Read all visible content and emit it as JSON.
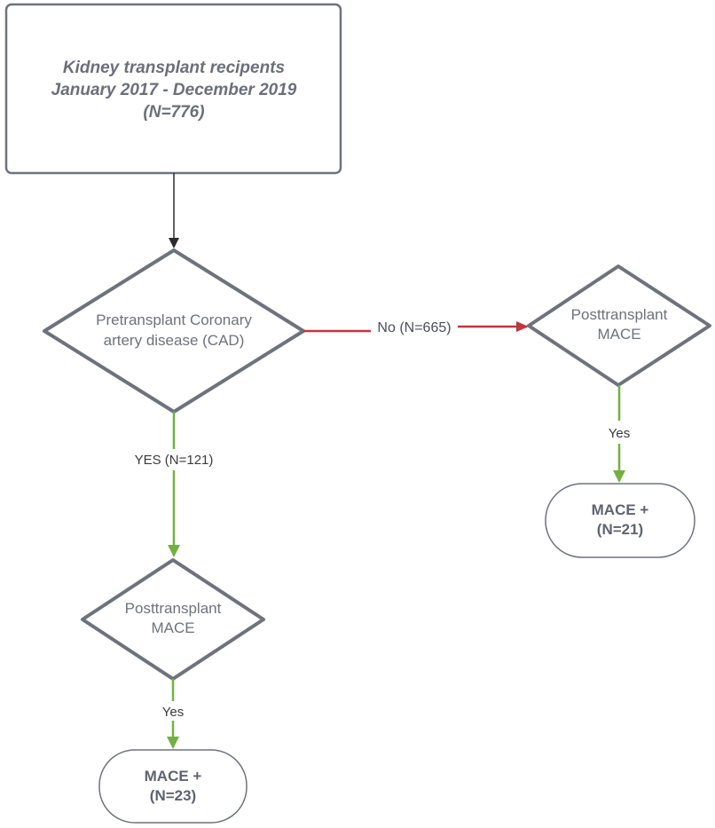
{
  "start": {
    "line1": "Kidney transplant recipents",
    "line2": "January 2017 - December 2019",
    "line3": "(N=776)"
  },
  "decision_cad": {
    "line1": "Pretransplant Coronary",
    "line2": "artery disease (CAD)"
  },
  "edge_no": {
    "label": "No (N=665)",
    "color": "#c3343f"
  },
  "edge_yes": {
    "label": "YES (N=121)",
    "color": "#72b043"
  },
  "decision_mace_right": {
    "line1": "Posttransplant",
    "line2": "MACE"
  },
  "decision_mace_left": {
    "line1": "Posttransplant",
    "line2": "MACE"
  },
  "edge_yes_right": {
    "label": "Yes"
  },
  "edge_yes_left": {
    "label": "Yes"
  },
  "terminal_right": {
    "line1": "MACE +",
    "line2": "(N=21)"
  },
  "terminal_left": {
    "line1": "MACE +",
    "line2": "(N=23)"
  }
}
